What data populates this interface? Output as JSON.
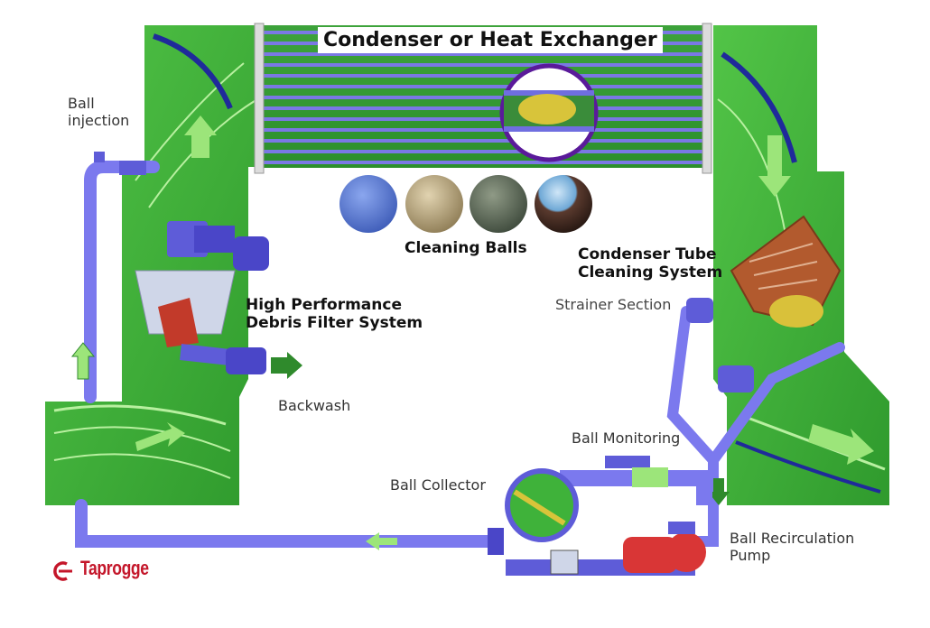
{
  "title": "Condenser or Heat Exchanger",
  "labels": {
    "ball_injection_line1": "Ball",
    "ball_injection_line2": "injection",
    "cleaning_balls": "Cleaning Balls",
    "tube_cleaning_line1": "Condenser Tube",
    "tube_cleaning_line2": "Cleaning System",
    "strainer_section": "Strainer Section",
    "debris_filter_line1": "High Performance",
    "debris_filter_line2": "Debris Filter System",
    "backwash": "Backwash",
    "ball_monitoring": "Ball Monitoring",
    "ball_collector": "Ball Collector",
    "recirc_line1": "Ball Recirculation",
    "recirc_line2": "Pump"
  },
  "logo": {
    "text": "Taprogge",
    "icon": "taprogge-logo-icon"
  },
  "cleaning_ball_icons": [
    "blue-sponge-ball-icon",
    "tan-sponge-ball-icon",
    "gray-abrasive-ball-icon",
    "coated-ball-icon"
  ],
  "colors": {
    "water_green": "#3fb23a",
    "pipe_blue": "#7b79ee",
    "pipe_blue_dark": "#4a46c8",
    "heat_exchanger_tubes": "#6e6cd8",
    "strainer_brown": "#b25a2e",
    "pump_red": "#d93636",
    "logo_red": "#c4162a"
  }
}
